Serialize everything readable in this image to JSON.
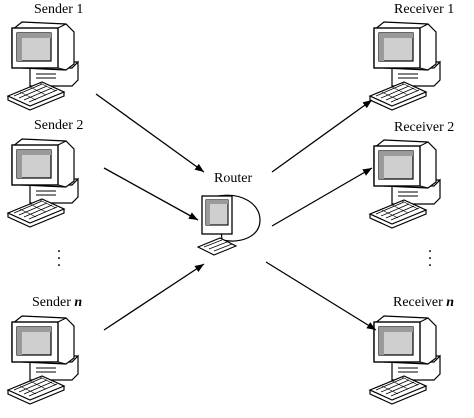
{
  "senders": [
    {
      "name": "Sender 1",
      "n": ""
    },
    {
      "name": "Sender 2",
      "n": ""
    },
    {
      "name": "Sender ",
      "n": "n"
    }
  ],
  "receivers": [
    {
      "name": "Receiver 1",
      "n": ""
    },
    {
      "name": "Receiver 2",
      "n": ""
    },
    {
      "name": "Receiver ",
      "n": "n"
    }
  ],
  "router": {
    "label": "Router"
  },
  "ellipsis": ".\n.\n."
}
